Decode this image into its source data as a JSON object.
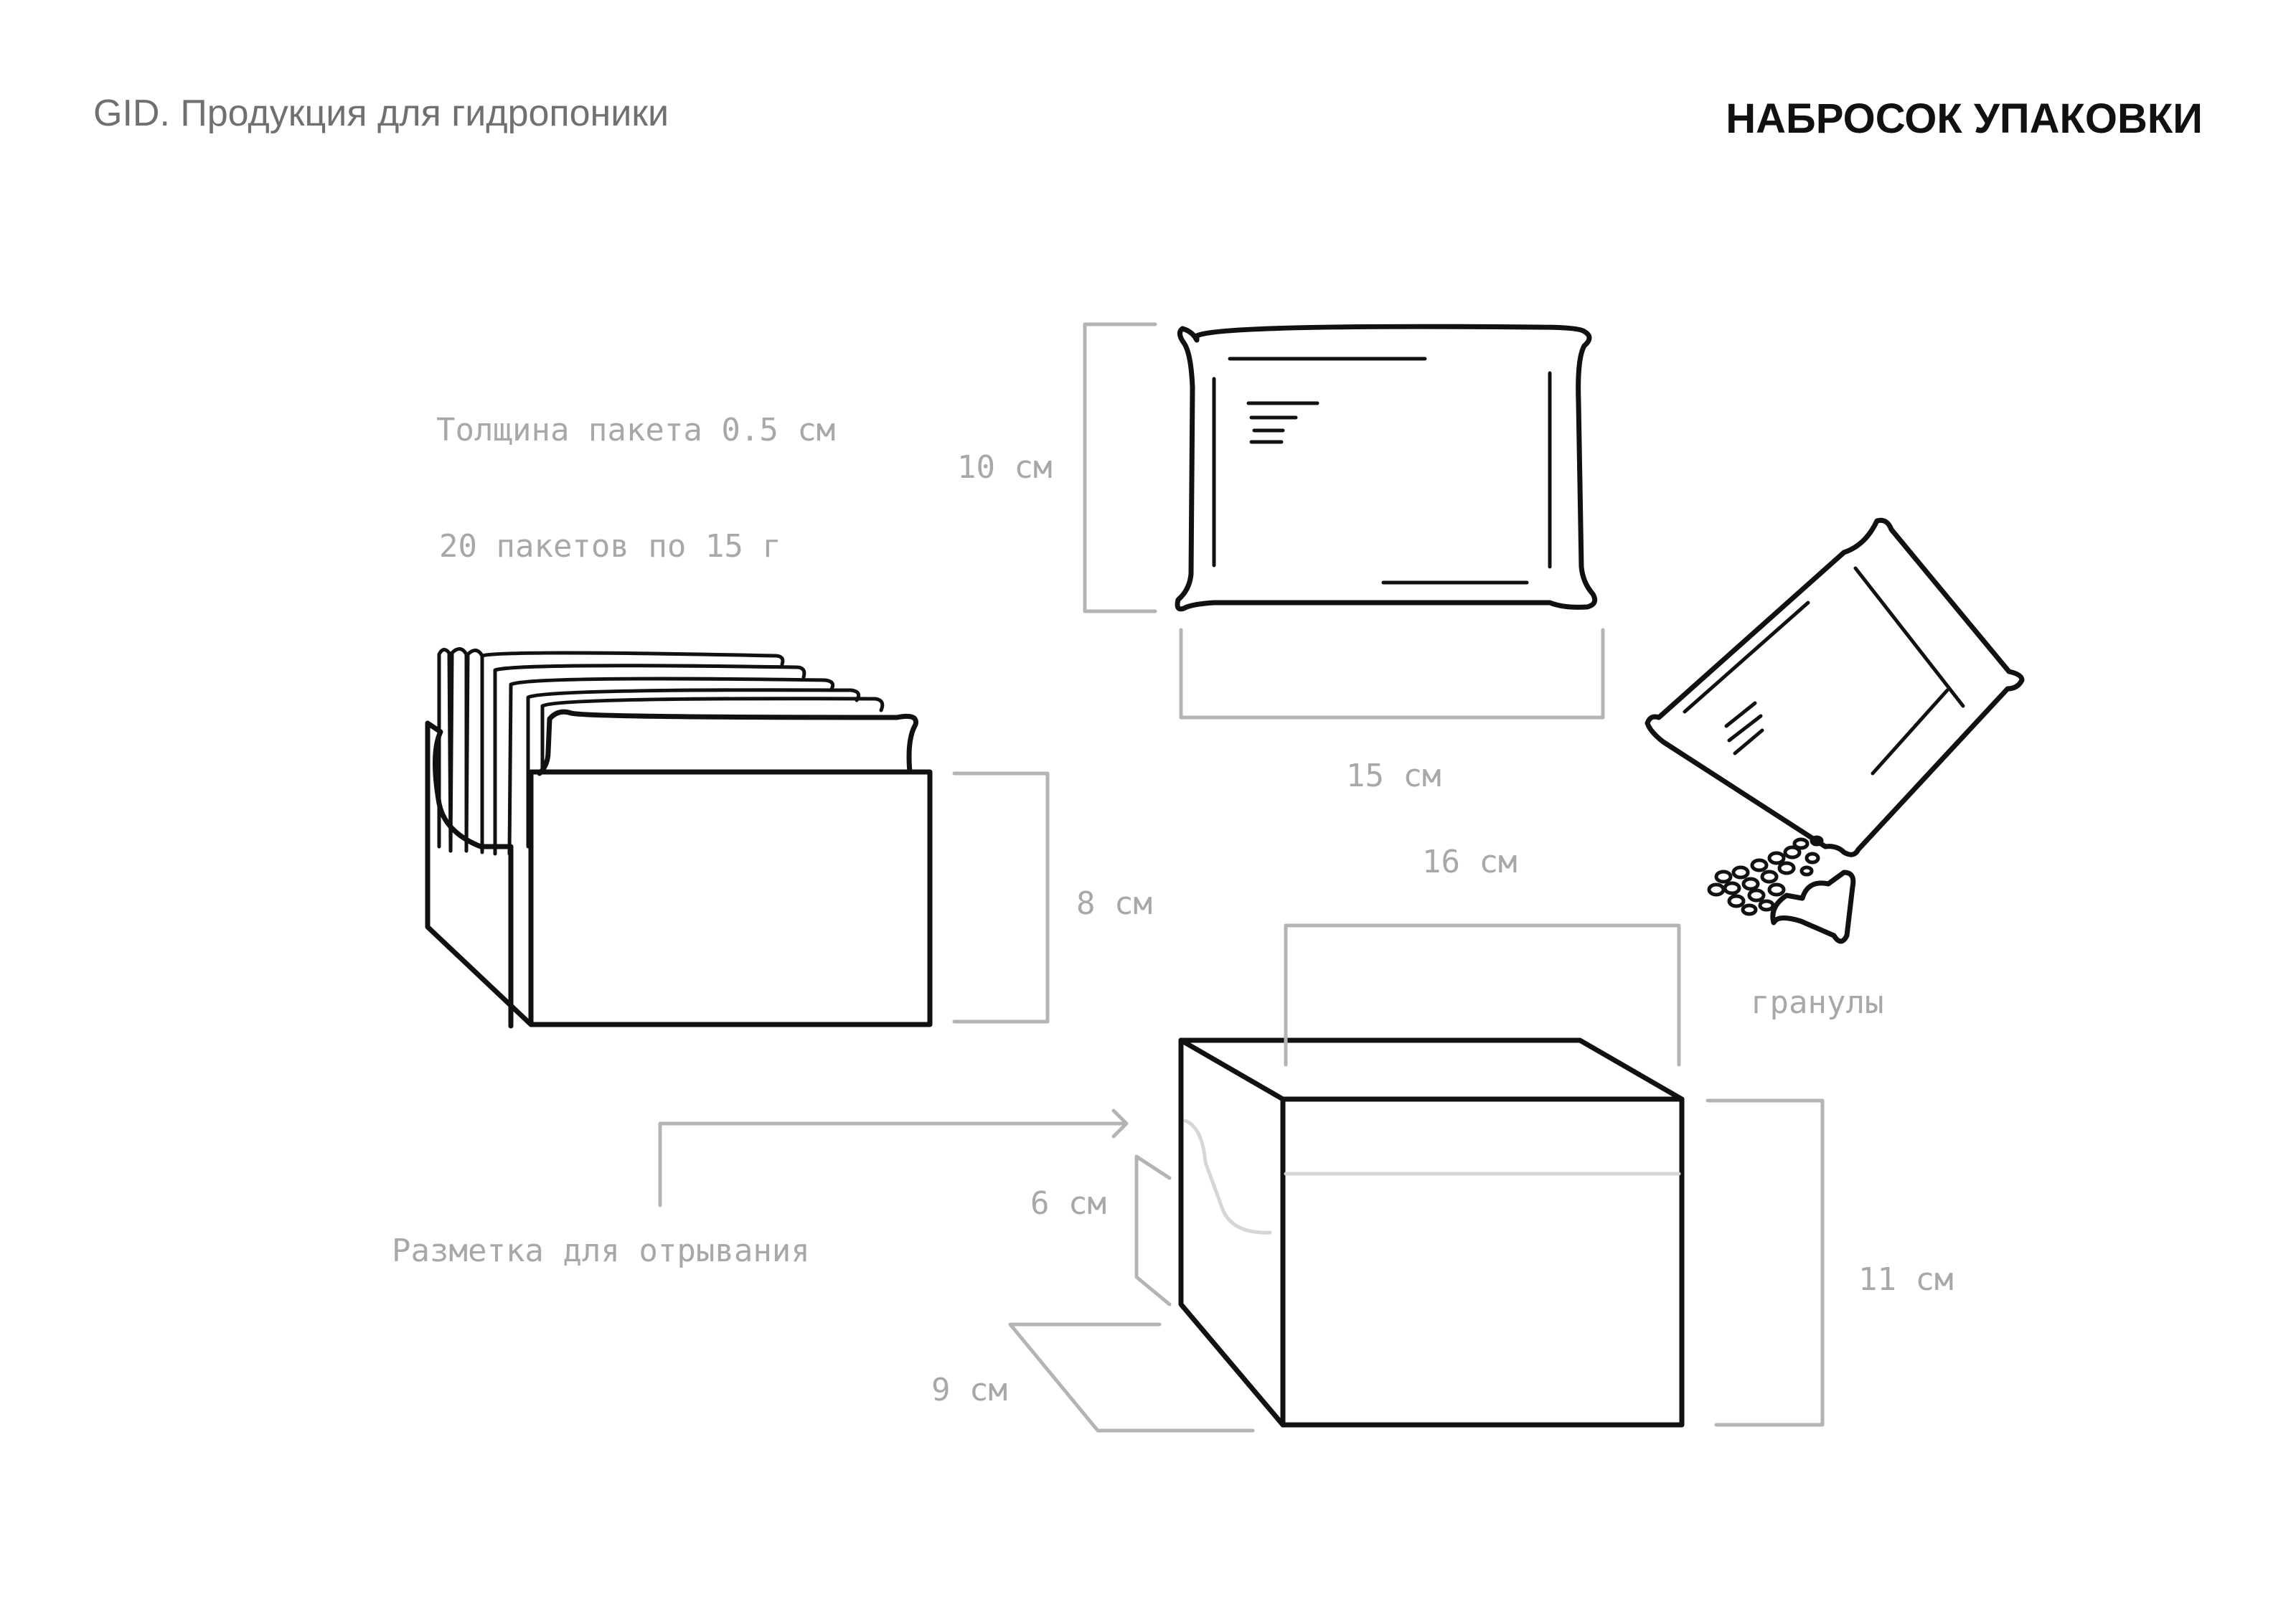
{
  "header": {
    "brand": "GID. Продукция для гидропоники",
    "title": "НАБРОСОК УПАКОВКИ"
  },
  "notes": {
    "bag_thickness": "Толщина пакета 0.5 см",
    "bag_count": "20 пакетов по 15 г",
    "tear_marking": "Разметка для отрывания",
    "granules": "гранулы"
  },
  "dimensions": {
    "bag_height": "10 см",
    "bag_width": "15 см",
    "open_box_height": "8 см",
    "box_width": "16 см",
    "box_height": "11 см",
    "box_tear_height": "6 см",
    "box_depth": "9 см"
  },
  "colors": {
    "ink": "#111111",
    "dimension_lines": "#b4b4b4",
    "label_text": "#a8a8a8",
    "brand_text": "#707070"
  }
}
